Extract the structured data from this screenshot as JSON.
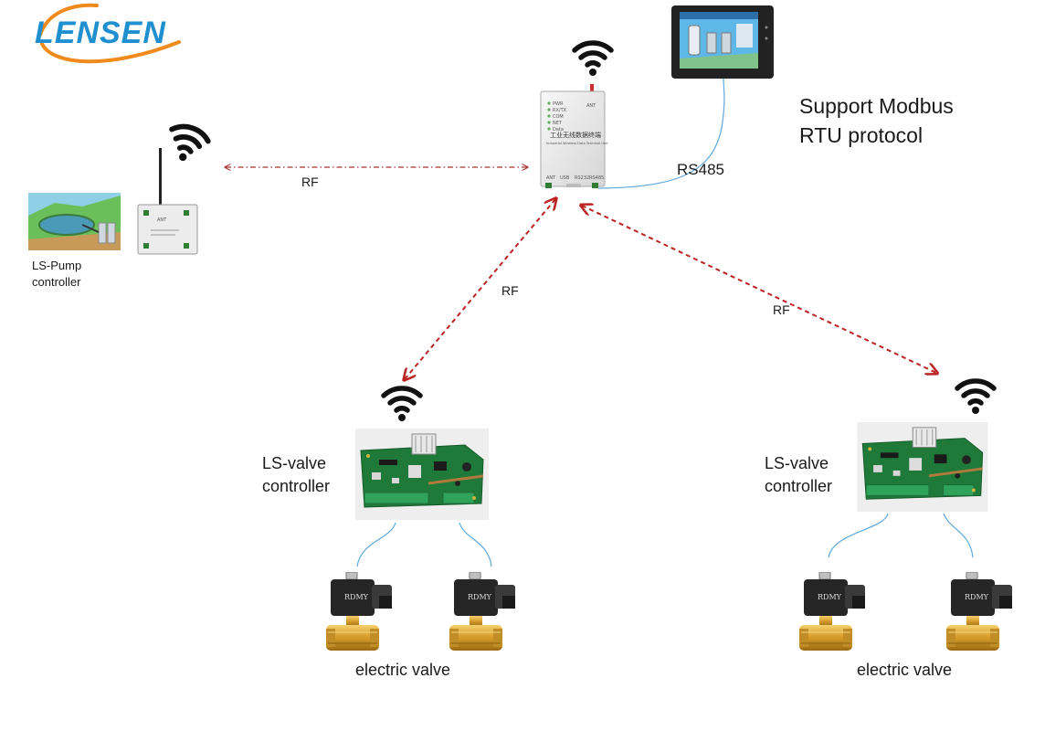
{
  "logo": {
    "text": "LENSEN",
    "colors": {
      "text": "#1f8fd0",
      "swoosh": "#f08a1c"
    }
  },
  "title": "Support  Modbus\nRTU protocol",
  "gateway": {
    "chinese_label": "工业无线数据终端",
    "subtitle": "Industrial Wireless Data Terminal Unit",
    "ant_label": "ANT",
    "port_labels": [
      "ANT",
      "USB",
      "RS232",
      "RS485"
    ],
    "led_labels": [
      "PWR",
      "RX/TX",
      "COM",
      "NET",
      "Data"
    ]
  },
  "pump_controller": {
    "label": "LS-Pump\ncontroller",
    "device_label": "ANT"
  },
  "valve_controllers": [
    {
      "label": "LS-valve\ncontroller",
      "valve_label": "electric valve"
    },
    {
      "label": "LS-valve\ncontroller",
      "valve_label": "electric valve"
    }
  ],
  "valve_brand": "RDMY",
  "links": [
    {
      "from": "pump_controller",
      "to": "gateway",
      "label": "RF",
      "style": "dash-dot",
      "color": "#a33"
    },
    {
      "from": "gateway",
      "to": "valve_controller_1",
      "label": "RF",
      "style": "dashed",
      "color": "#b22"
    },
    {
      "from": "gateway",
      "to": "valve_controller_2",
      "label": "RF",
      "style": "dashed",
      "color": "#b22"
    },
    {
      "from": "gateway",
      "to": "hmi_screen",
      "label": "RS485",
      "style": "solid",
      "color": "#4a9fd8"
    }
  ],
  "colors": {
    "wifi": "#111111",
    "pcb": "#1f7a3a",
    "valve_brass": "#d8a73c",
    "valve_coil": "#2a2a2a",
    "hmi_frame": "#222222",
    "hmi_screen": "#5fb7e8",
    "wire": "#5ea8dd"
  }
}
